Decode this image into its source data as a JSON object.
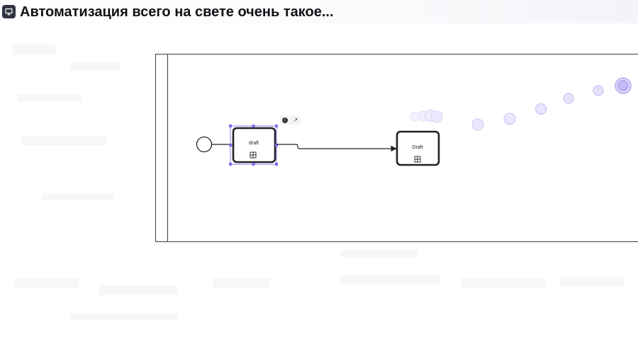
{
  "header": {
    "title": "Автоматизация всего на свете очень такое...",
    "icon": "presentation-icon"
  },
  "diagram": {
    "pool": {
      "border_color": "#3d3d3d"
    },
    "tasks": [
      {
        "label": "draft",
        "selected": true
      },
      {
        "label": "Draft",
        "selected": false
      }
    ],
    "start_event": {
      "type": "start-event"
    },
    "context_pad": {
      "info_glyph": "i",
      "link_glyph": "↗"
    },
    "selection_color": "#7b6cf0",
    "cursor_trail_color": "#a89ef0"
  }
}
